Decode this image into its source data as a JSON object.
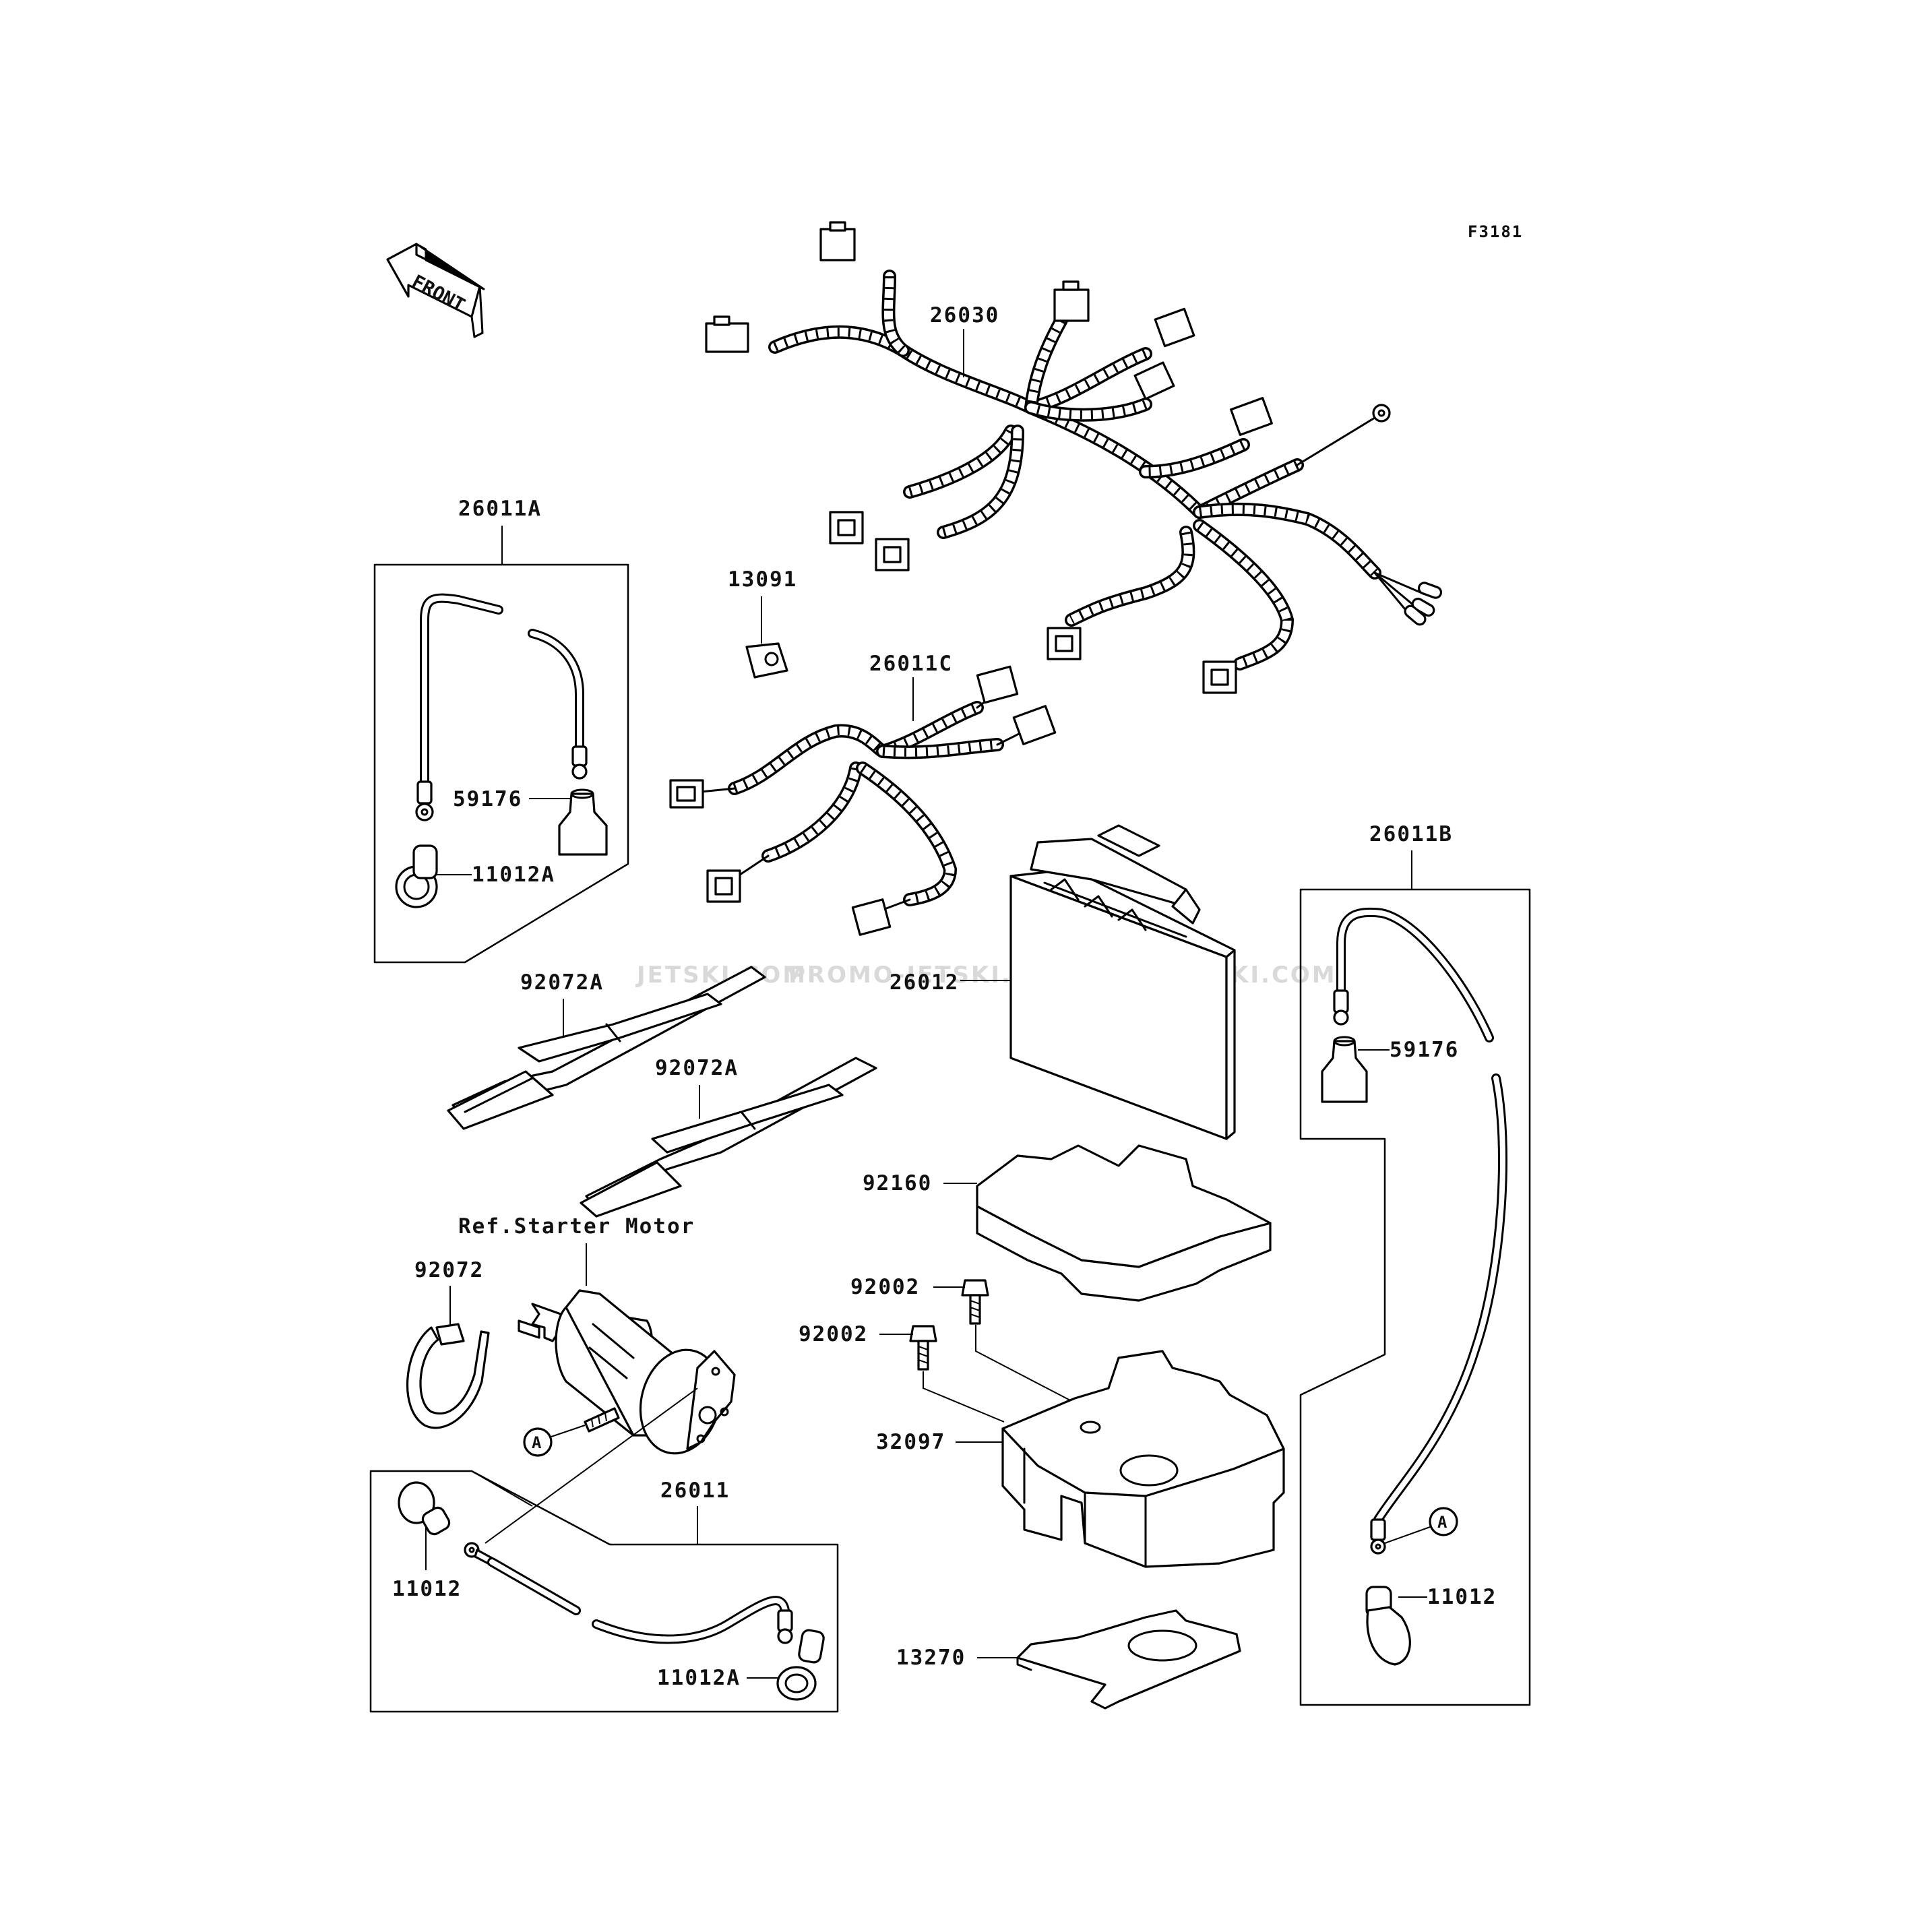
{
  "figure_code": "F3181",
  "front_marker": "FRONT",
  "reference_note": "Ref.Starter Motor",
  "watermarks": [
    "JETSKI.COM",
    "PROMO-JETSKI.COM",
    "PROMO-JETSKI.COM"
  ],
  "connector_marker": "A",
  "parts": {
    "main_harness": "26030",
    "sub_harness": "26011C",
    "rubber_cap": "13091",
    "cable_26011A": "26011A",
    "cable_26011B": "26011B",
    "cable_26011": "26011",
    "cap_59176_left": "59176",
    "cap_59176_right": "59176",
    "cover_11012A_top": "11012A",
    "cover_11012A_bottom": "11012A",
    "cover_11012_left": "11012",
    "cover_11012_right": "11012",
    "band_92072A_1": "92072A",
    "band_92072A_2": "92072A",
    "band_92072": "92072",
    "battery": "26012",
    "pad": "92160",
    "bolt_92002_upper": "92002",
    "bolt_92002_lower": "92002",
    "battery_case": "32097",
    "bracket": "13270"
  }
}
